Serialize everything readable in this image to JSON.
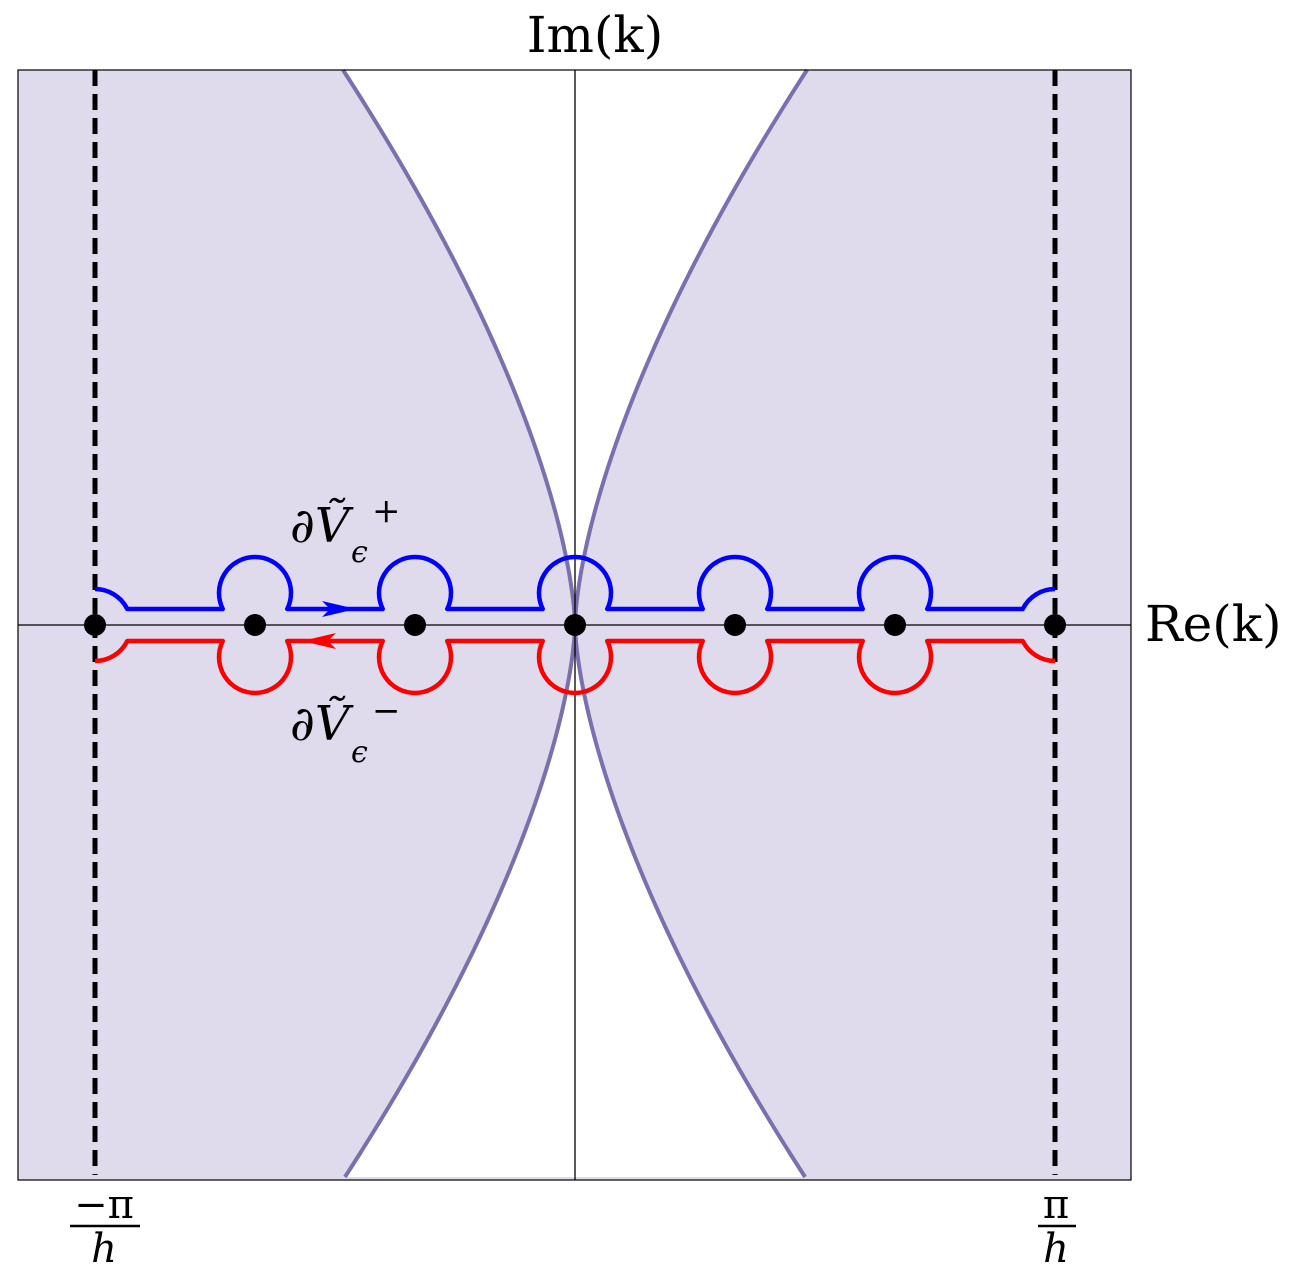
{
  "axes": {
    "horizontal_label": "Re(k)",
    "vertical_label": "Im(k)"
  },
  "tick_labels": {
    "left": {
      "numerator": "−π",
      "denominator": "h"
    },
    "right": {
      "numerator": "π",
      "denominator": "h"
    }
  },
  "contours": {
    "upper": {
      "label": "∂Ṽ",
      "subscript": "ϵ",
      "superscript": "+",
      "color": "#0000ff",
      "direction": "right"
    },
    "lower": {
      "label": "∂Ṽ",
      "subscript": "ϵ",
      "superscript": "−",
      "color": "#ff0000",
      "direction": "left"
    }
  },
  "colors": {
    "region_fill": "#dfdbec",
    "region_boundary": "#7b70ae",
    "axis": "#000000",
    "points": "#000000",
    "boundary_dashes": "#000000"
  },
  "real_axis_points": 7
}
